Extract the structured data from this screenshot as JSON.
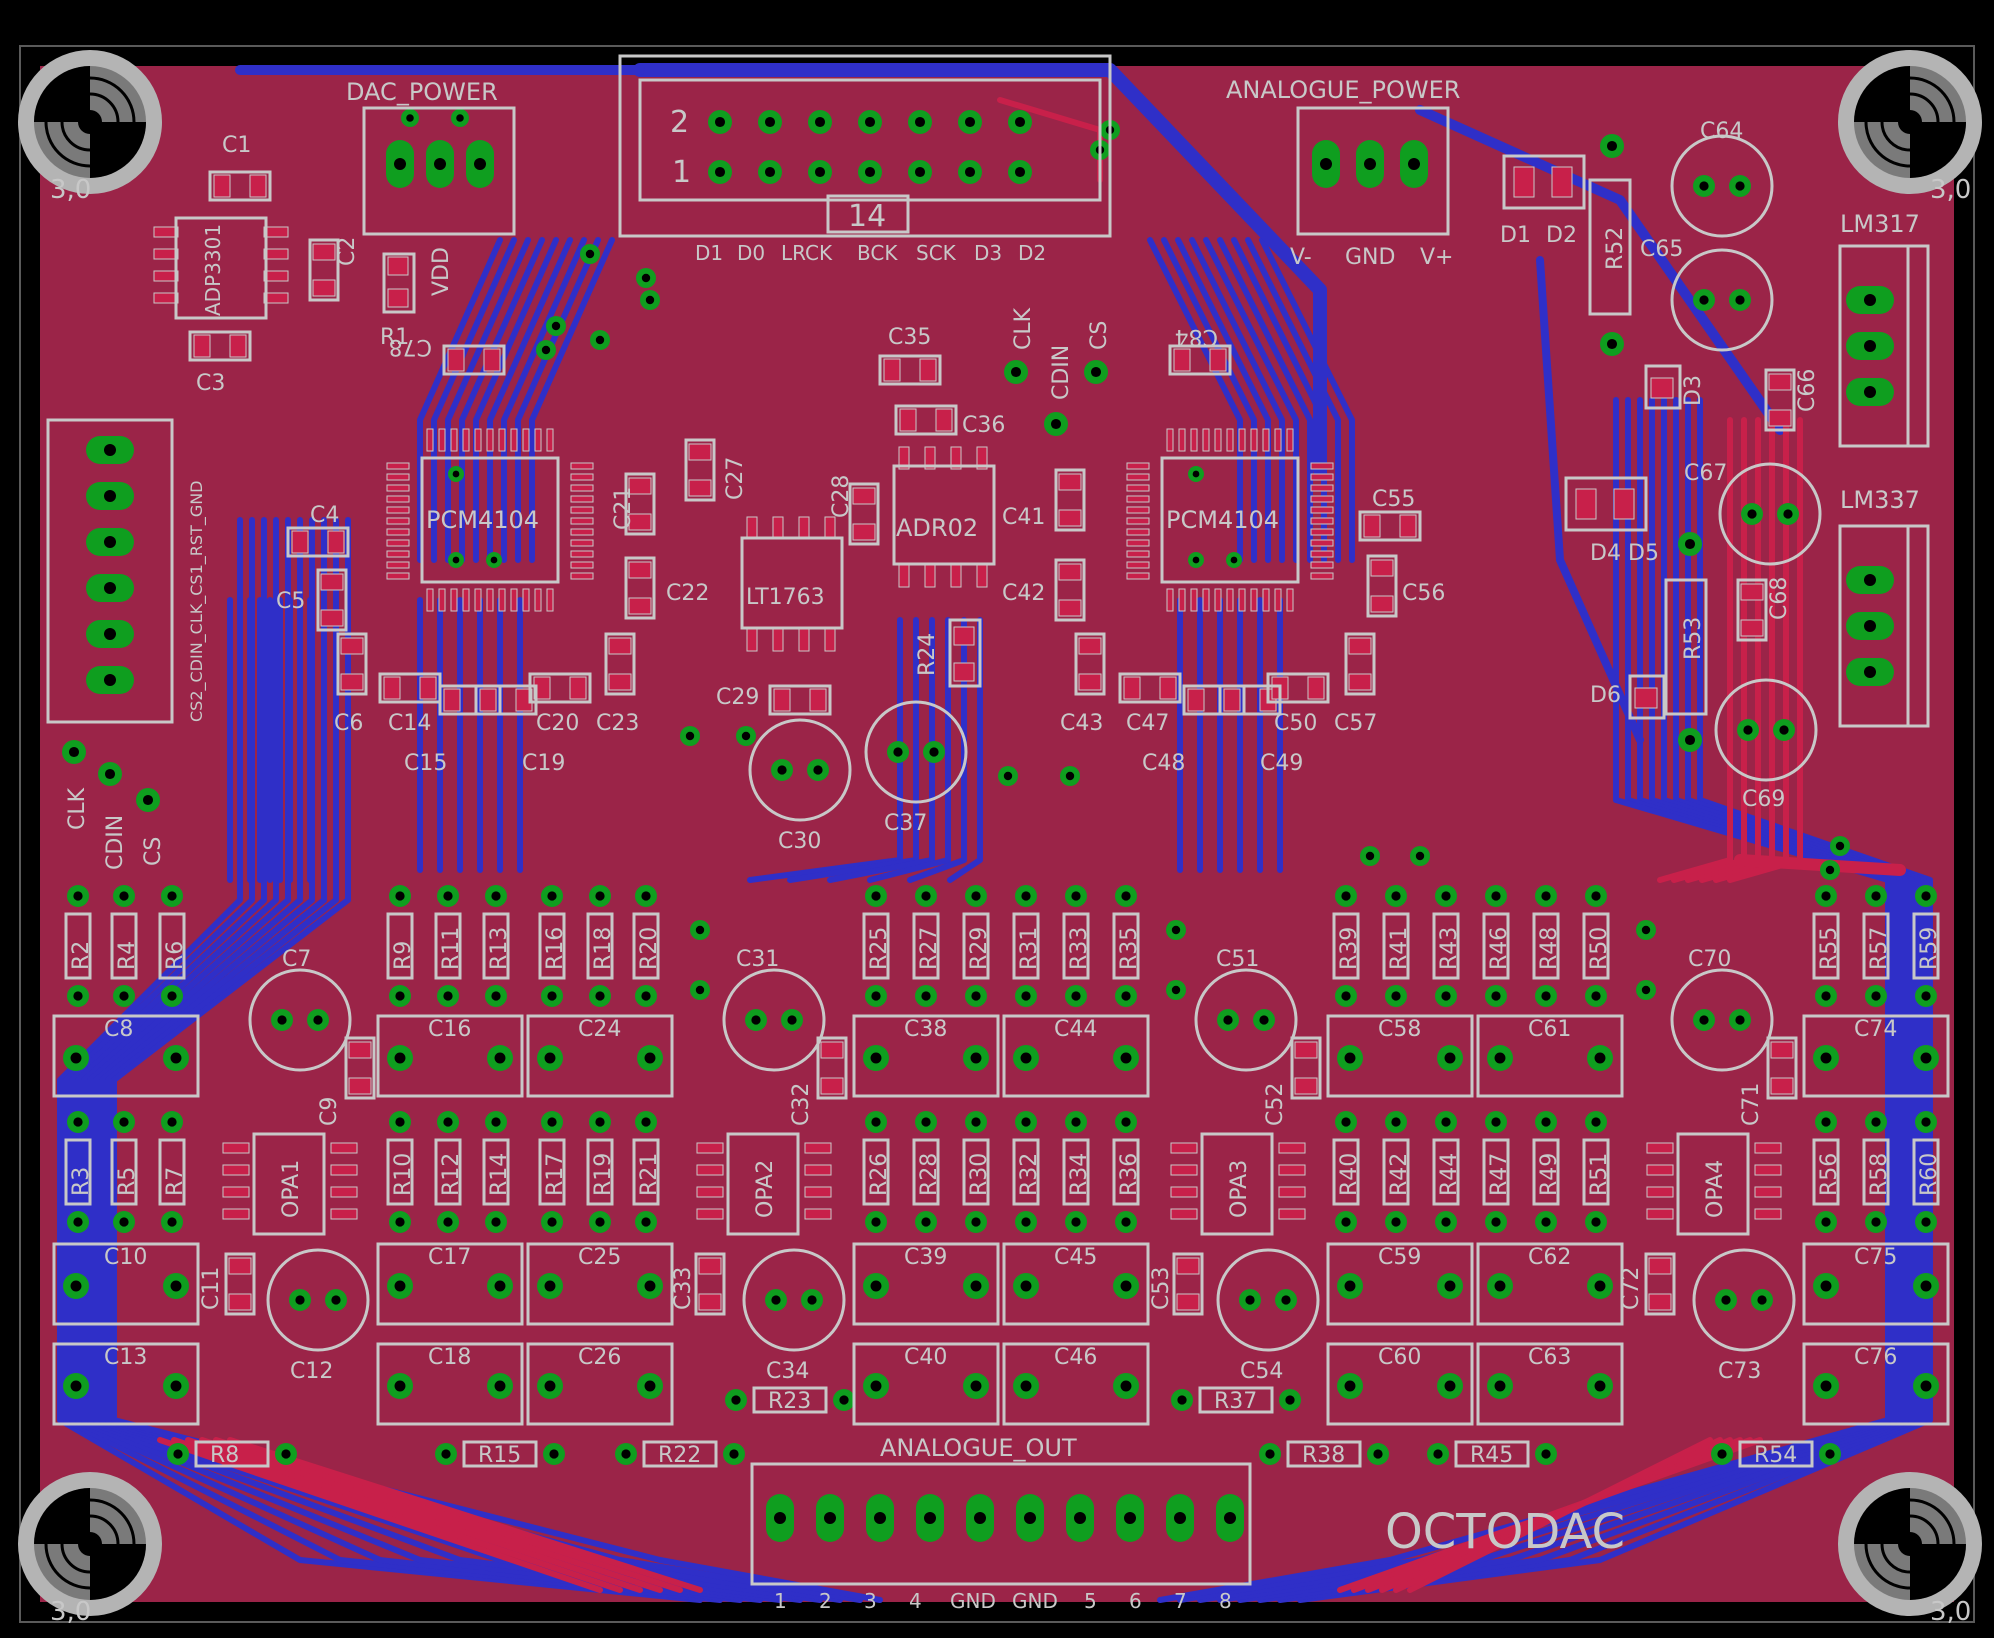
{
  "colors": {
    "background": "#000000",
    "board": "#9b2448",
    "bottom_copper": "#2f2fc8",
    "top_copper": "#c8204a",
    "pad": "#0f9e1f",
    "drill": "#000000",
    "silk": "#c8c8c8",
    "mount_hole": "#b4b4b4"
  },
  "board": {
    "title": "OCTODAC"
  },
  "mount_holes": [
    {
      "name": "mount-hole-top-left",
      "label": "3,0"
    },
    {
      "name": "mount-hole-top-right",
      "label": "3,0"
    },
    {
      "name": "mount-hole-bottom-left",
      "label": "3,0"
    },
    {
      "name": "mount-hole-bottom-right",
      "label": "3,0"
    }
  ],
  "connectors": {
    "dac_power": {
      "title": "DAC_POWER",
      "pin_label": "VDD"
    },
    "analogue_power": {
      "title": "ANALOGUE_POWER",
      "pins": [
        "V-",
        "GND",
        "V+"
      ]
    },
    "header": {
      "row_top": "2",
      "row_bottom": "1",
      "pin_count": "14",
      "signals": [
        "D1",
        "D0",
        "LRCK",
        "BCK",
        "SCK",
        "D3",
        "D2"
      ]
    },
    "control": {
      "signals": "CS2_CDIN_CLK_CS1_RST_GND",
      "test_points": [
        "CLK",
        "CDIN",
        "CS"
      ]
    },
    "center_tp": {
      "labels": [
        "CLK",
        "CDIN",
        "CS"
      ]
    },
    "analogue_out": {
      "title": "ANALOGUE_OUT",
      "pins": [
        "1",
        "2",
        "3",
        "4",
        "GND",
        "GND",
        "5",
        "6",
        "7",
        "8"
      ]
    }
  },
  "ics": [
    {
      "name": "ic-adp3301",
      "label": "ADP3301"
    },
    {
      "name": "ic-pcm4104-left",
      "label": "PCM4104"
    },
    {
      "name": "ic-pcm4104-right",
      "label": "PCM4104"
    },
    {
      "name": "ic-lt1763",
      "label": "LT1763"
    },
    {
      "name": "ic-adr02",
      "label": "ADR02"
    },
    {
      "name": "ic-opa1",
      "label": "OPA1"
    },
    {
      "name": "ic-opa2",
      "label": "OPA2"
    },
    {
      "name": "ic-opa3",
      "label": "OPA3"
    },
    {
      "name": "ic-opa4",
      "label": "OPA4"
    }
  ],
  "regulators": [
    {
      "name": "regulator-lm317",
      "label": "LM317"
    },
    {
      "name": "regulator-lm337",
      "label": "LM337"
    }
  ],
  "designators": {
    "C1": "C1",
    "C2": "C2",
    "C3": "C3",
    "R1": "R1",
    "C4": "C4",
    "C5": "C5",
    "C6": "C6",
    "C14": "C14",
    "C15": "C15",
    "C19": "C19",
    "C20": "C20",
    "C23": "C23",
    "C21": "C21",
    "C22": "C22",
    "C27": "C27",
    "C28": "C28",
    "C29": "C29",
    "C30": "C30",
    "C35": "C35",
    "C36": "C36",
    "C37": "C37",
    "R24": "R24",
    "C41": "C41",
    "C42": "C42",
    "C43": "C43",
    "C47": "C47",
    "C48": "C48",
    "C49": "C49",
    "C50": "C50",
    "C55": "C55",
    "C56": "C56",
    "C57": "C57",
    "C64": "C64",
    "C65": "C65",
    "C66": "C66",
    "C67": "C67",
    "C68": "C68",
    "C69": "C69",
    "D1": "D1",
    "D2": "D2",
    "D3": "D3",
    "D4": "D4",
    "D5": "D5",
    "D6": "D6",
    "R52": "R52",
    "R53": "R53",
    "C7": "C7",
    "C31": "C31",
    "C51": "C51",
    "C70": "C70",
    "C9": "C9",
    "C32": "C32",
    "C52": "C52",
    "C71": "C71",
    "C11": "C11",
    "C12": "C12",
    "C33": "C33",
    "C34": "C34",
    "C53": "C53",
    "C54": "C54",
    "C72": "C72",
    "C73": "C73",
    "R8": "R8",
    "R15": "R15",
    "R22": "R22",
    "R23": "R23",
    "R37": "R37",
    "R38": "R38",
    "R45": "R45",
    "R54": "R54",
    "C78": "C78",
    "C84": "C84"
  },
  "resistor_rows": {
    "top_a": [
      "R2",
      "R4",
      "R6"
    ],
    "top_b": [
      "R9",
      "R11",
      "R13",
      "R16",
      "R18",
      "R20"
    ],
    "top_c": [
      "R25",
      "R27",
      "R29",
      "R31",
      "R33",
      "R35"
    ],
    "top_d": [
      "R39",
      "R41",
      "R43",
      "R46",
      "R48",
      "R50"
    ],
    "top_e": [
      "R55",
      "R57",
      "R59"
    ],
    "bot_a": [
      "R3",
      "R5",
      "R7"
    ],
    "bot_b": [
      "R10",
      "R12",
      "R14",
      "R17",
      "R19",
      "R21"
    ],
    "bot_c": [
      "R26",
      "R28",
      "R30",
      "R32",
      "R34",
      "R36"
    ],
    "bot_d": [
      "R40",
      "R42",
      "R44",
      "R47",
      "R49",
      "R51"
    ],
    "bot_e": [
      "R56",
      "R58",
      "R60"
    ]
  },
  "film_caps": {
    "row1": [
      "C8",
      "C16",
      "C24",
      "C38",
      "C44",
      "C58",
      "C61",
      "C74"
    ],
    "row2": [
      "C10",
      "C17",
      "C25",
      "C39",
      "C45",
      "C59",
      "C62",
      "C75"
    ],
    "row3": [
      "C13",
      "C18",
      "C26",
      "C40",
      "C46",
      "C60",
      "C63",
      "C76"
    ]
  }
}
